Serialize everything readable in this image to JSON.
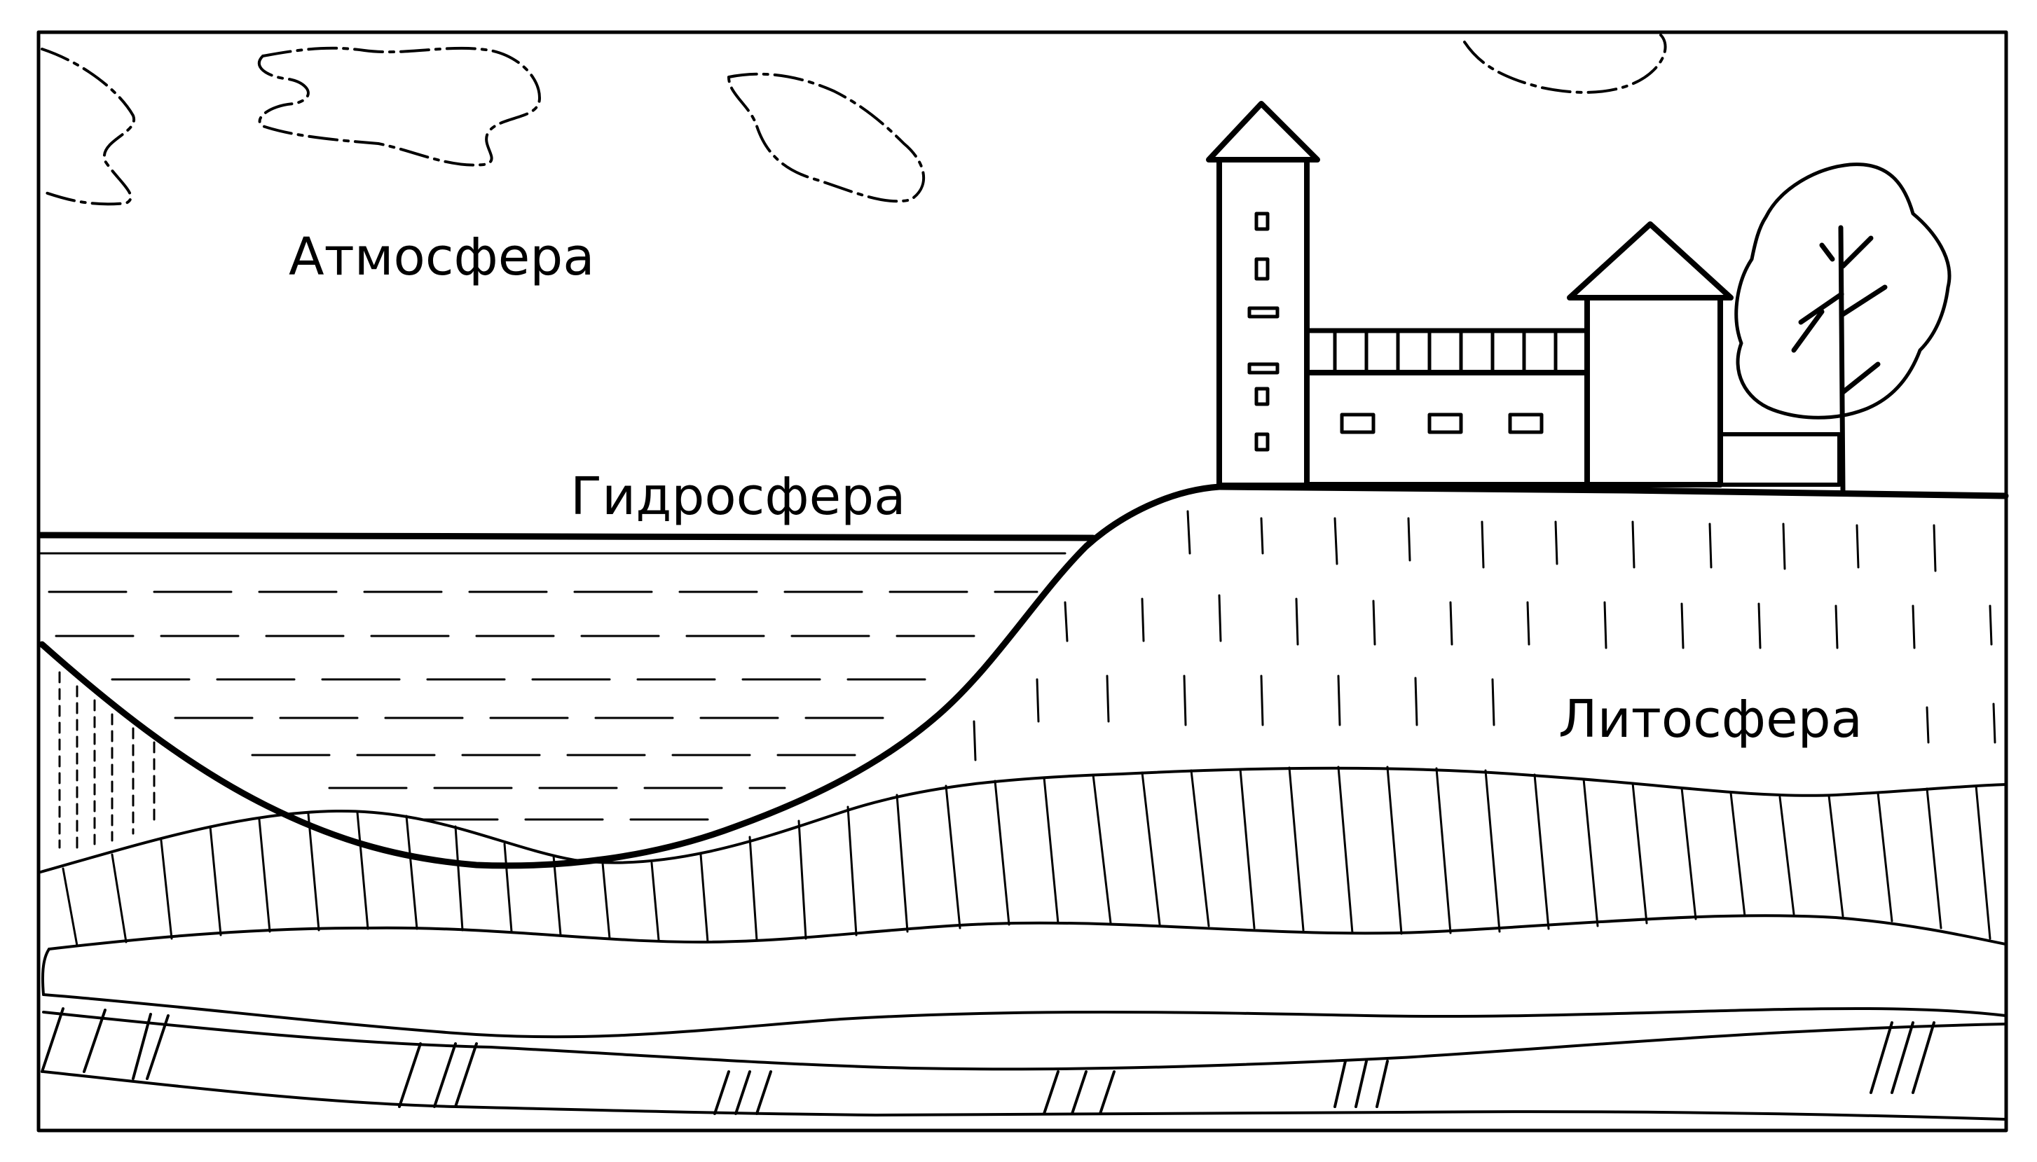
{
  "labels": {
    "atmosphere": "Атмосфера",
    "hydrosphere": "Гидросфера",
    "lithosphere": "Литосфера"
  },
  "colors": {
    "ink": "#000000",
    "paper": "#ffffff"
  }
}
